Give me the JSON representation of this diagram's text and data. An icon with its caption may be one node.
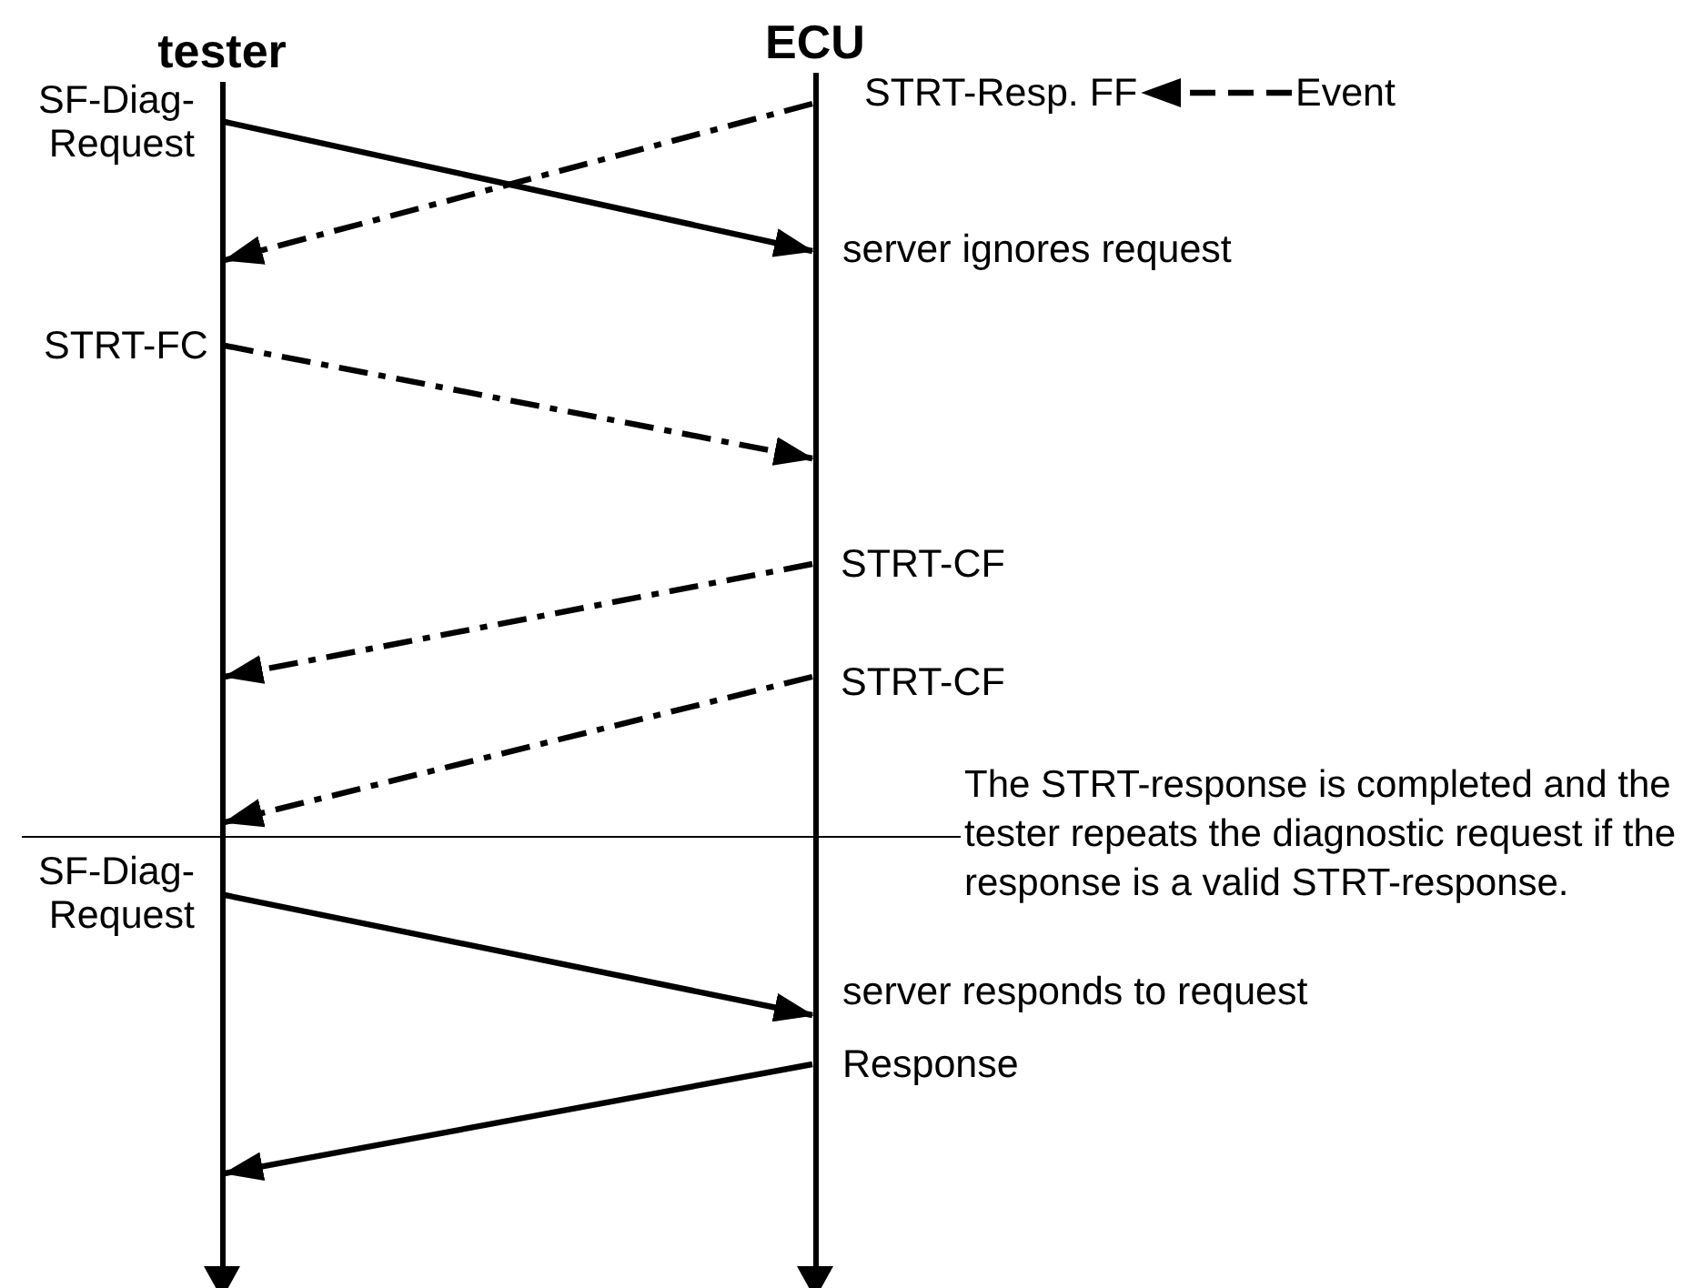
{
  "diagram": {
    "nodes": [
      {
        "text": [
          "tester"
        ]
      },
      {
        "text": [
          "ECU"
        ]
      },
      {
        "text": [
          "STRT-Resp. FF"
        ]
      },
      {
        "text": [
          "Event"
        ]
      }
    ],
    "edges": [
      {
        "from": 0,
        "to": 1,
        "arrow": "to"
      },
      {
        "from": 1,
        "to": 0,
        "arrow": "to",
        "style": "dashed"
      },
      {
        "from": 0,
        "to": 1,
        "arrow": "to",
        "style": "dashed"
      },
      {
        "from": 1,
        "to": 0,
        "arrow": "to",
        "style": "dashed"
      },
      {
        "from": 1,
        "to": 0,
        "arrow": "to",
        "style": "dashed"
      },
      {
        "from": 0,
        "to": 1,
        "arrow": "to"
      },
      {
        "from": 1,
        "to": 0,
        "arrow": "to"
      },
      {
        "from": 3,
        "to": 2,
        "arrow": "to",
        "style": "dashed"
      }
    ],
    "labels": [
      "SF-Diag- Request",
      "server ignores request",
      "STRT-FC",
      "STRT-CF",
      "STRT-CF",
      "The STRT-response is completed and the tester repeats the diagnostic request if the response is a valid STRT-response.",
      "SF-Diag- Request",
      "server responds to request",
      "Response"
    ]
  }
}
